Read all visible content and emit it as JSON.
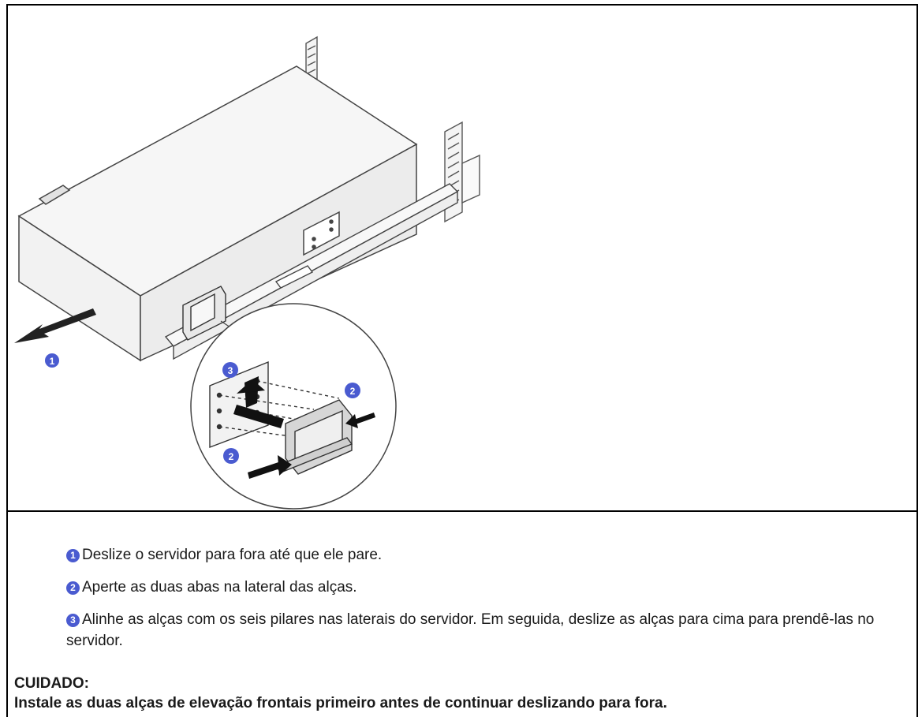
{
  "figure": {
    "callouts": [
      "1",
      "2",
      "3"
    ],
    "callout_color": "#4a5bd0",
    "icons": [
      "server-chassis",
      "rack-post",
      "slide-rail",
      "lift-handle",
      "direction-arrow",
      "magnifier-circle"
    ]
  },
  "steps": [
    {
      "num": "1",
      "text": "Deslize o servidor para fora até que ele pare."
    },
    {
      "num": "2",
      "text": "Aperte as duas abas na lateral das alças."
    },
    {
      "num": "3",
      "text": "Alinhe as alças com os seis pilares nas laterais do servidor. Em seguida, deslize as alças para cima para prendê-las no servidor."
    }
  ],
  "caution": {
    "title": "CUIDADO:",
    "body": "Instale as duas alças de elevação frontais primeiro antes de continuar deslizando para fora."
  }
}
